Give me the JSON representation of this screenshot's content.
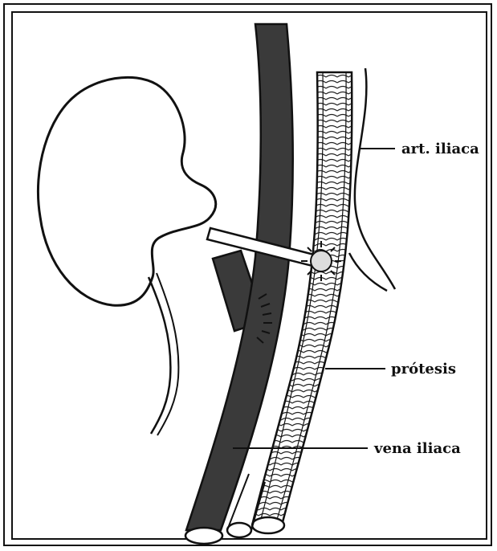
{
  "labels": {
    "artery": "art. iliaca",
    "prosthesis": "prótesis",
    "vein": "vena iliaca"
  },
  "colors": {
    "ink": "#111111",
    "vein_fill": "#3a3a3a",
    "background": "#ffffff"
  }
}
